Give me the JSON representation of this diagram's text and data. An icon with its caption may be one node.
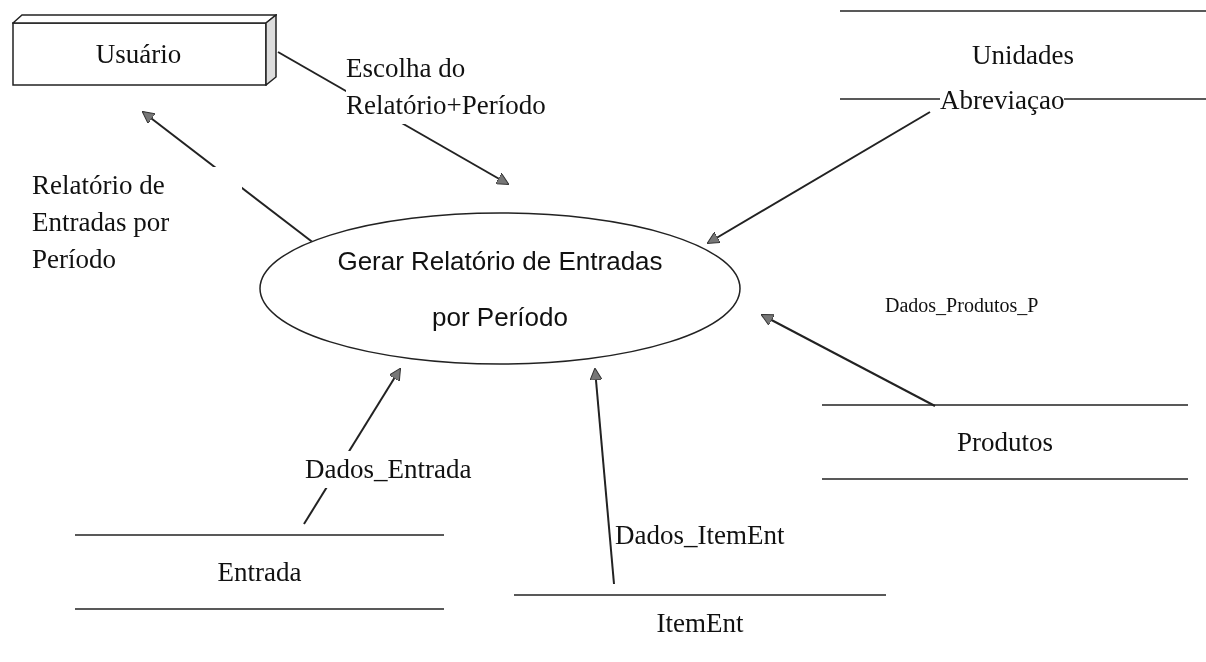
{
  "diagram": {
    "nodes": [
      {
        "text": [
          "Usuário"
        ]
      },
      {
        "text": [
          "Gerar Relatório de Entradas por Período"
        ]
      },
      {
        "text": [
          "Unidades"
        ]
      },
      {
        "text": [
          "Produtos"
        ]
      },
      {
        "text": [
          "Entrada"
        ]
      },
      {
        "text": [
          "ItemEnt"
        ]
      }
    ],
    "edges": [
      {
        "from": 0,
        "to": 1,
        "arrow": "to",
        "label": "Escolha do Relatório+Período"
      },
      {
        "from": 1,
        "to": 0,
        "arrow": "to",
        "label": "Relatório de Entradas por Período"
      },
      {
        "from": 2,
        "to": 1,
        "arrow": "to",
        "label": "Abreviaçao"
      },
      {
        "from": 3,
        "to": 1,
        "arrow": "to",
        "label": "Dados_Produtos_P"
      },
      {
        "from": 4,
        "to": 1,
        "arrow": "to",
        "label": "Dados_Entrada"
      },
      {
        "from": 5,
        "to": 1,
        "arrow": "to",
        "label": "Dados_ItemEnt"
      }
    ]
  }
}
